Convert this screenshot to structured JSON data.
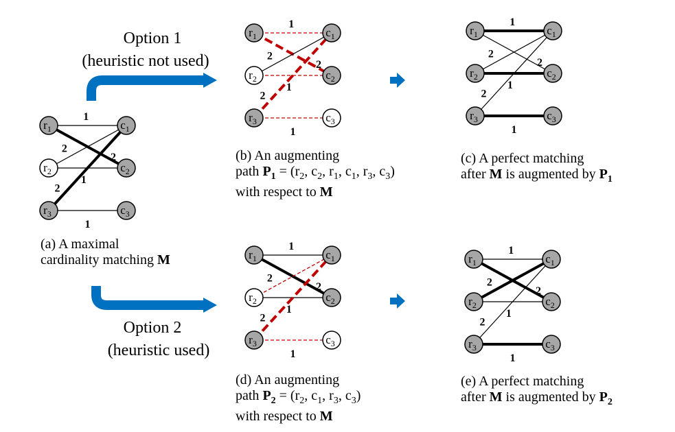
{
  "options": [
    {
      "title": "Option 1",
      "subtitle": "(heuristic not used)"
    },
    {
      "title": "Option 2",
      "subtitle": "(heuristic used)"
    }
  ],
  "node_labels": {
    "r1": [
      "r",
      "1"
    ],
    "r2": [
      "r",
      "2"
    ],
    "r3": [
      "r",
      "3"
    ],
    "c1": [
      "c",
      "1"
    ],
    "c2": [
      "c",
      "2"
    ],
    "c3": [
      "c",
      "3"
    ]
  },
  "colors": {
    "matched_node": "#a6a6a6",
    "free_node": "#ffffff",
    "augmenting_path": "#c00000",
    "arrow": "#0070c0"
  },
  "panels": [
    {
      "id": "a",
      "caption_lines": [
        [
          "(a) A maximal"
        ],
        [
          "cardinality matching ",
          {
            "b": "M"
          }
        ]
      ],
      "nodes": {
        "r1": "matched",
        "r2": "free",
        "r3": "matched",
        "c1": "matched",
        "c2": "matched",
        "c3": "matched"
      },
      "edges": [
        {
          "from": "r1",
          "to": "c1",
          "weight": "1",
          "style": "thin"
        },
        {
          "from": "r1",
          "to": "c2",
          "weight": "",
          "style": "thick"
        },
        {
          "from": "r2",
          "to": "c1",
          "weight": "2",
          "style": "thin"
        },
        {
          "from": "r2",
          "to": "c2",
          "weight": "1",
          "style": "thin"
        },
        {
          "from": "r3",
          "to": "c1",
          "weight": "2",
          "style": "thick"
        },
        {
          "from": "r3",
          "to": "c3",
          "weight": "1",
          "style": "thin"
        }
      ],
      "extra_weights": [
        {
          "near": "c2",
          "text": "2"
        }
      ]
    },
    {
      "id": "b",
      "caption_lines": [
        [
          "(b) An augmenting"
        ],
        [
          "path ",
          {
            "b": "P",
            "sub": "1"
          },
          " = (r",
          {
            "sub": "2"
          },
          ", c",
          {
            "sub": "2"
          },
          ", r",
          {
            "sub": "1"
          },
          ", c",
          {
            "sub": "1"
          },
          ", r",
          {
            "sub": "3"
          },
          ", c",
          {
            "sub": "3"
          },
          ")"
        ],
        [
          "with respect to ",
          {
            "b": "M"
          }
        ]
      ],
      "nodes": {
        "r1": "matched",
        "r2": "free",
        "r3": "matched",
        "c1": "matched",
        "c2": "matched",
        "c3": "free"
      },
      "edges": [
        {
          "from": "r1",
          "to": "c1",
          "weight": "1",
          "style": "thin-red"
        },
        {
          "from": "r1",
          "to": "c2",
          "weight": "",
          "style": "thick-red"
        },
        {
          "from": "r2",
          "to": "c1",
          "weight": "2",
          "style": "thin"
        },
        {
          "from": "r2",
          "to": "c2",
          "weight": "1",
          "style": "thin-red"
        },
        {
          "from": "r3",
          "to": "c1",
          "weight": "2",
          "style": "thick-red"
        },
        {
          "from": "r3",
          "to": "c3",
          "weight": "1",
          "style": "thin-red"
        }
      ],
      "extra_weights": [
        {
          "near": "c2",
          "text": "2"
        }
      ]
    },
    {
      "id": "c",
      "caption_lines": [
        [
          "(c) A perfect matching"
        ],
        [
          "after ",
          {
            "b": "M"
          },
          " is augmented by ",
          {
            "b": "P",
            "sub": "1"
          }
        ]
      ],
      "nodes": {
        "r1": "matched",
        "r2": "matched",
        "r3": "matched",
        "c1": "matched",
        "c2": "matched",
        "c3": "matched"
      },
      "edges": [
        {
          "from": "r1",
          "to": "c1",
          "weight": "1",
          "style": "thick"
        },
        {
          "from": "r1",
          "to": "c2",
          "weight": "",
          "style": "thin"
        },
        {
          "from": "r2",
          "to": "c1",
          "weight": "2",
          "style": "thin"
        },
        {
          "from": "r2",
          "to": "c2",
          "weight": "1",
          "style": "thick"
        },
        {
          "from": "r3",
          "to": "c1",
          "weight": "2",
          "style": "thin"
        },
        {
          "from": "r3",
          "to": "c3",
          "weight": "1",
          "style": "thick"
        }
      ],
      "extra_weights": [
        {
          "near": "c2",
          "text": "2"
        }
      ]
    },
    {
      "id": "d",
      "caption_lines": [
        [
          "(d) An augmenting"
        ],
        [
          "path ",
          {
            "b": "P",
            "sub": "2"
          },
          " = (r",
          {
            "sub": "2"
          },
          ", c",
          {
            "sub": "1"
          },
          ", r",
          {
            "sub": "3"
          },
          ", c",
          {
            "sub": "3"
          },
          ")"
        ],
        [
          "with respect to ",
          {
            "b": "M"
          }
        ]
      ],
      "nodes": {
        "r1": "matched",
        "r2": "free",
        "r3": "matched",
        "c1": "matched",
        "c2": "matched",
        "c3": "free"
      },
      "edges": [
        {
          "from": "r1",
          "to": "c1",
          "weight": "1",
          "style": "thin"
        },
        {
          "from": "r1",
          "to": "c2",
          "weight": "",
          "style": "thick"
        },
        {
          "from": "r2",
          "to": "c1",
          "weight": "2",
          "style": "thin-red"
        },
        {
          "from": "r2",
          "to": "c2",
          "weight": "1",
          "style": "thin"
        },
        {
          "from": "r3",
          "to": "c1",
          "weight": "2",
          "style": "thick-red"
        },
        {
          "from": "r3",
          "to": "c3",
          "weight": "1",
          "style": "thin-red"
        }
      ],
      "extra_weights": [
        {
          "near": "c2",
          "text": "2"
        }
      ]
    },
    {
      "id": "e",
      "caption_lines": [
        [
          "(e) A perfect matching"
        ],
        [
          "after ",
          {
            "b": "M"
          },
          " is augmented by ",
          {
            "b": "P",
            "sub": "2"
          }
        ]
      ],
      "nodes": {
        "r1": "matched",
        "r2": "matched",
        "r3": "matched",
        "c1": "matched",
        "c2": "matched",
        "c3": "matched"
      },
      "edges": [
        {
          "from": "r1",
          "to": "c1",
          "weight": "1",
          "style": "thin"
        },
        {
          "from": "r1",
          "to": "c2",
          "weight": "",
          "style": "thick"
        },
        {
          "from": "r2",
          "to": "c1",
          "weight": "2",
          "style": "thick"
        },
        {
          "from": "r2",
          "to": "c2",
          "weight": "1",
          "style": "thin"
        },
        {
          "from": "r3",
          "to": "c1",
          "weight": "2",
          "style": "thin"
        },
        {
          "from": "r3",
          "to": "c3",
          "weight": "1",
          "style": "thick"
        }
      ],
      "extra_weights": [
        {
          "near": "c2",
          "text": "2"
        }
      ]
    }
  ]
}
